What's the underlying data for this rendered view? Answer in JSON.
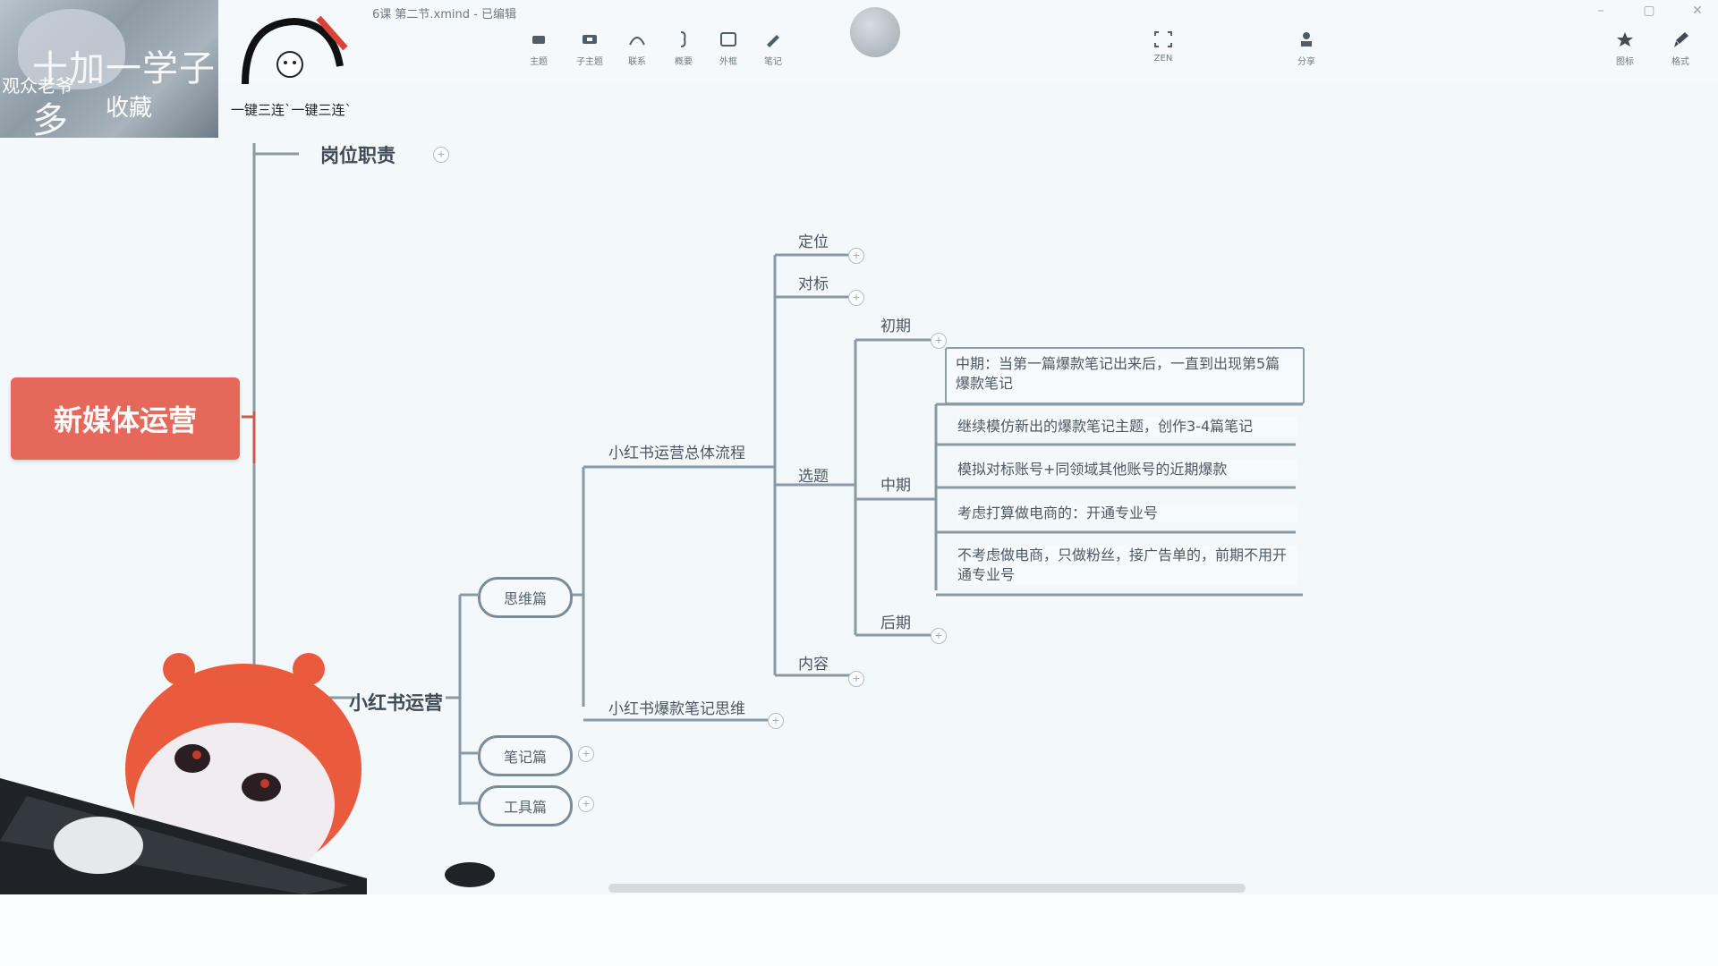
{
  "window": {
    "title": "6课 第二节.xmind - 已编辑",
    "controls": [
      "–",
      "▢",
      "✕"
    ]
  },
  "toolbar": {
    "items": [
      {
        "label": "主题",
        "icon": "topic-icon"
      },
      {
        "label": "子主题",
        "icon": "subtopic-icon"
      },
      {
        "label": "联系",
        "icon": "relationship-icon"
      },
      {
        "label": "概要",
        "icon": "summary-icon"
      },
      {
        "label": "外框",
        "icon": "boundary-icon"
      },
      {
        "label": "笔记",
        "icon": "note-icon"
      },
      {
        "label": "ZEN",
        "icon": "zen-icon"
      },
      {
        "label": "分享",
        "icon": "share-icon"
      },
      {
        "label": "图标",
        "icon": "star-icon"
      },
      {
        "label": "格式",
        "icon": "brush-icon"
      }
    ]
  },
  "overlay": {
    "cat_text_1": "十加一学子多",
    "cat_text_2": "观众老爷",
    "cat_text_3": "收藏",
    "logo_caption": "一键三连`一键三连`"
  },
  "mindmap": {
    "root": "新媒体运营",
    "branch_top": "岗位职责",
    "branch_main": "小红书运营",
    "pills": [
      "思维篇",
      "笔记篇",
      "工具篇"
    ],
    "flow_title": "小红书运营总体流程",
    "hit_title": "小红书爆款笔记思维",
    "stage_nodes": [
      "定位",
      "对标",
      "选题",
      "内容"
    ],
    "phase_nodes": [
      "初期",
      "中期",
      "后期"
    ],
    "mid_boxes": [
      "中期：当第一篇爆款笔记出来后，一直到出现第5篇爆款笔记",
      "继续模仿新出的爆款笔记主题，创作3-4篇笔记",
      "模拟对标账号+同领域其他账号的近期爆款",
      "考虑打算做电商的：开通专业号",
      "不考虑做电商，只做粉丝，接广告单的，前期不用开通专业号"
    ],
    "collapse_glyph": "+"
  },
  "colors": {
    "root_fill": "#e5685a",
    "line": "#8a9aa5",
    "root_line": "#c95a4c",
    "background": "#f3f8fb"
  }
}
